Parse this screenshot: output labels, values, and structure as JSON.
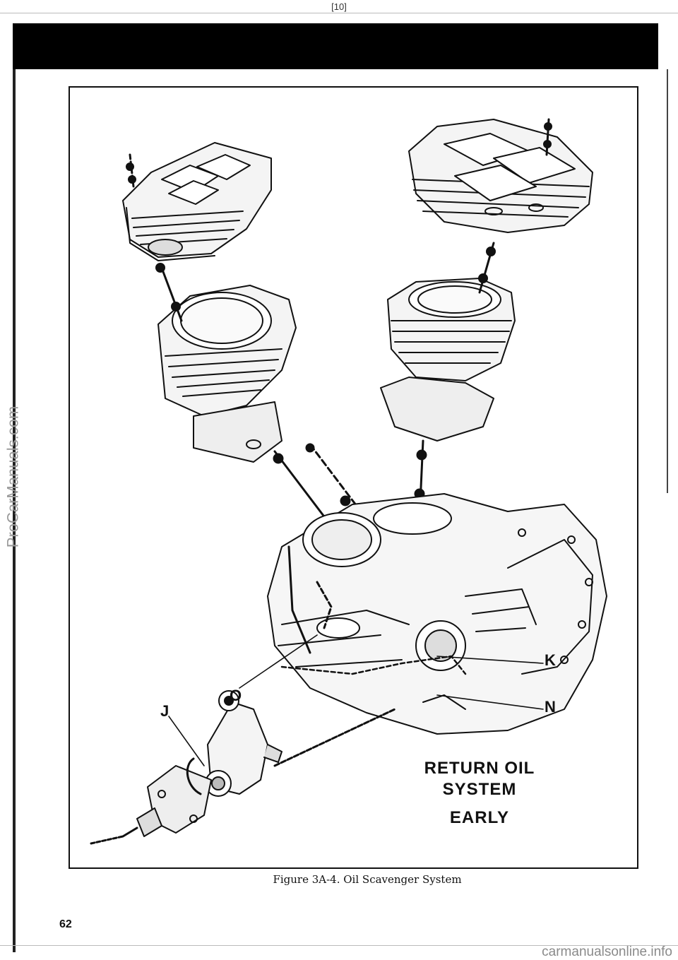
{
  "page_header": "[10]",
  "side_watermark": "ProCarManuals.com",
  "figure": {
    "callouts": {
      "k": "K",
      "n": "N",
      "o": "O",
      "j": "J"
    },
    "system_label": {
      "line1": "RETURN OIL",
      "line2": "SYSTEM",
      "line3": "EARLY"
    }
  },
  "caption": "Figure 3A-4. Oil Scavenger System",
  "page_number": "62",
  "footer_watermark": "carmanualsonline.info"
}
